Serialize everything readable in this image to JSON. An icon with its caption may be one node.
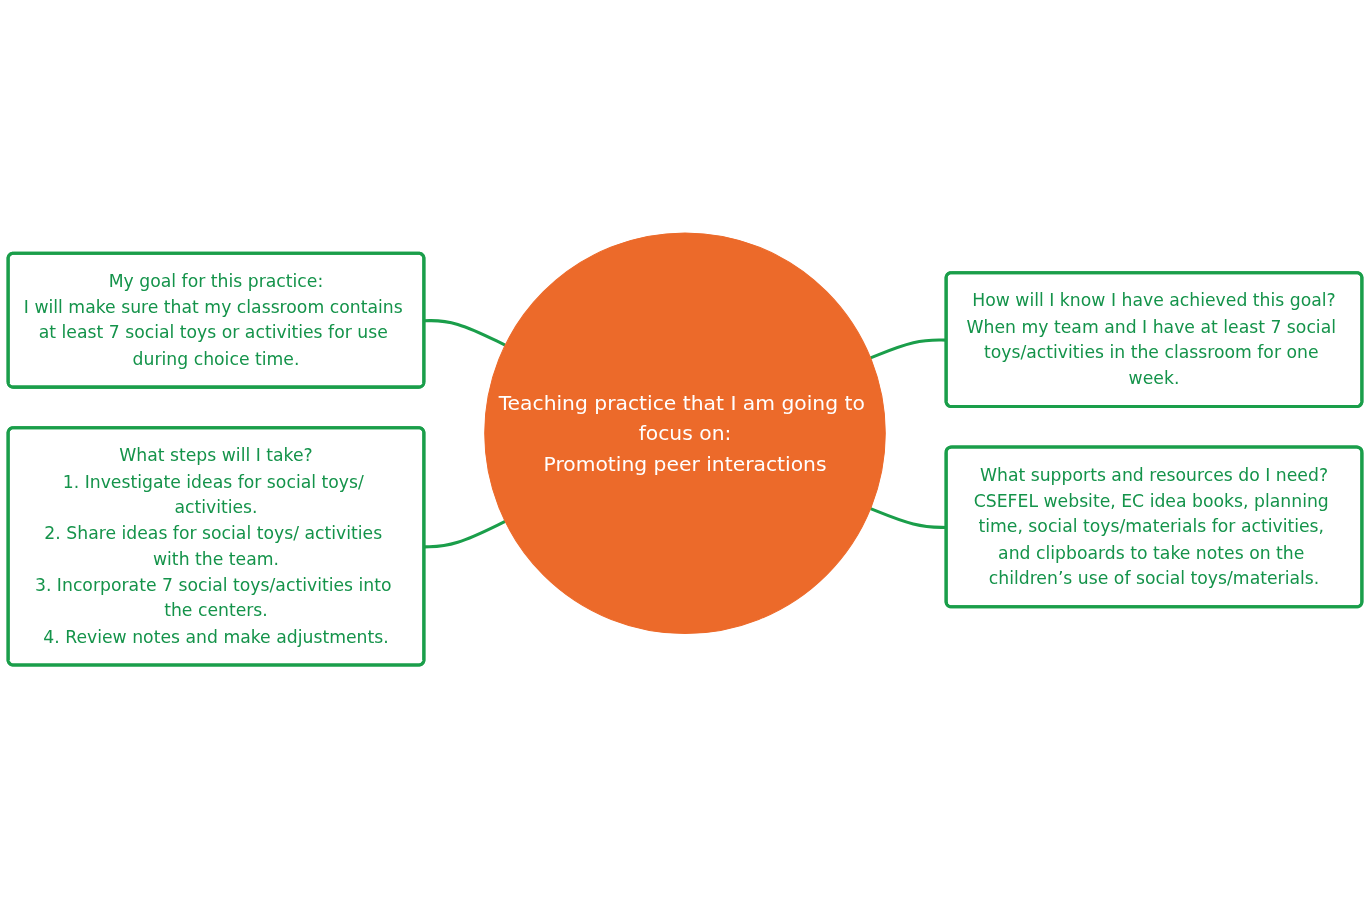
{
  "diagram": {
    "nodes": [
      {
        "text": [
          "My goal for this practice:",
          "I will make sure that my classroom contains at least 7 social toys or activities for use during choice time."
        ]
      },
      {
        "text": [
          "What steps will I take?",
          "1. Investigate ideas for social toys/ activities.",
          "2. Share ideas for social toys/ activities with the team.",
          "3. Incorporate 7 social toys/activities into the centers.",
          "4. Review notes and make adjustments."
        ]
      },
      {
        "text": [
          "Teaching practice that I am going to focus on:",
          "Promoting peer interactions"
        ]
      },
      {
        "text": [
          "How will I know I have achieved this goal?",
          "When my team and I have at least 7 social toys/activities in the classroom for one week."
        ]
      },
      {
        "text": [
          "What supports and resources do I need?",
          "CSEFEL website, EC idea books, planning time, social toys/materials for activities, and clipboards to take notes on the children’s use of social toys/materials."
        ]
      }
    ],
    "edges": [
      {
        "from": 0,
        "to": 2,
        "arrow": "none"
      },
      {
        "from": 1,
        "to": 2,
        "arrow": "none"
      },
      {
        "from": 2,
        "to": 3,
        "arrow": "none"
      },
      {
        "from": 2,
        "to": 4,
        "arrow": "none"
      }
    ]
  }
}
